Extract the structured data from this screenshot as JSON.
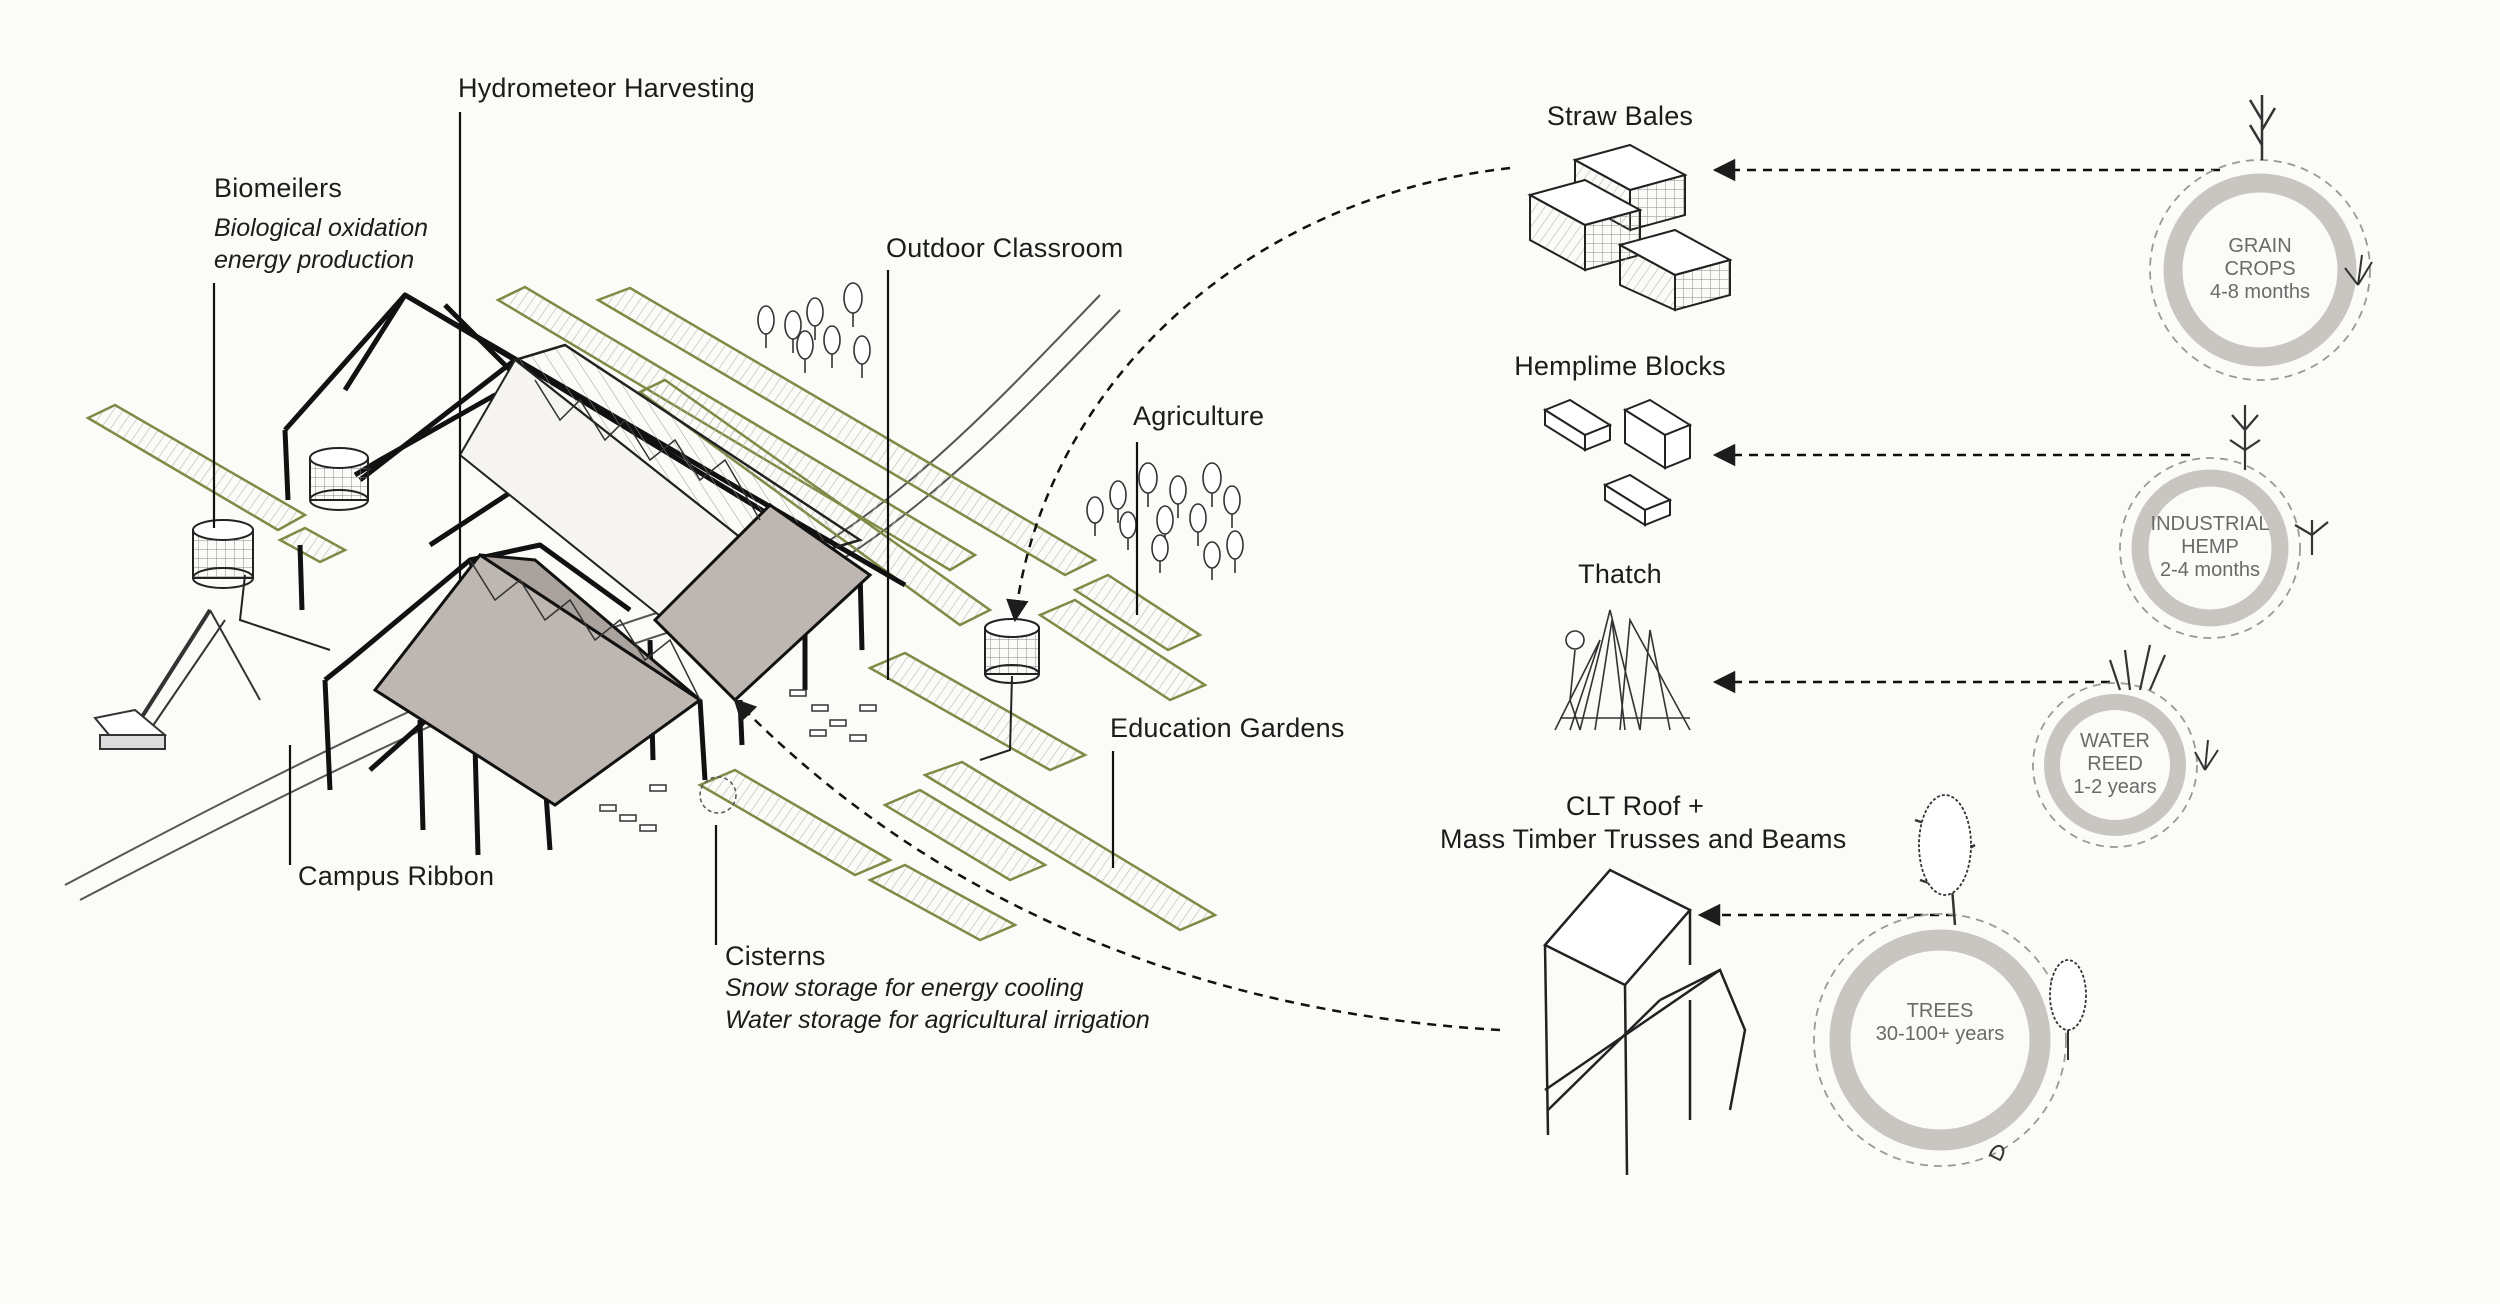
{
  "labels": {
    "hydrometeor": "Hydrometeor Harvesting",
    "biomeilers": "Biomeilers",
    "biomeilers_sub1": "Biological oxidation",
    "biomeilers_sub2": "energy production",
    "outdoor_classroom": "Outdoor Classroom",
    "agriculture": "Agriculture",
    "education_gardens": "Education Gardens",
    "campus_ribbon": "Campus Ribbon",
    "cisterns": "Cisterns",
    "cisterns_sub1": "Snow storage for energy cooling",
    "cisterns_sub2": "Water storage for agricultural irrigation"
  },
  "materials": {
    "straw_bales": "Straw Bales",
    "hemplime_blocks": "Hemplime Blocks",
    "thatch": "Thatch",
    "clt_line1": "CLT Roof +",
    "clt_line2": "Mass Timber Trusses and Beams"
  },
  "cycles": [
    {
      "line1": "GRAIN",
      "line2": "CROPS",
      "line3": "4-8 months"
    },
    {
      "line1": "INDUSTRIAL",
      "line2": "HEMP",
      "line3": "2-4 months"
    },
    {
      "line1": "WATER",
      "line2": "REED",
      "line3": "1-2 years"
    },
    {
      "line1": "TREES",
      "line2": "30-100+ years"
    }
  ],
  "colors": {
    "ink": "#1c1c1c",
    "cycle": "#c9c6c1",
    "cycle_text": "#6a6a6a",
    "roof": "#bdb6b1",
    "field": "#7e8a45",
    "background": "#fbfbf8"
  }
}
